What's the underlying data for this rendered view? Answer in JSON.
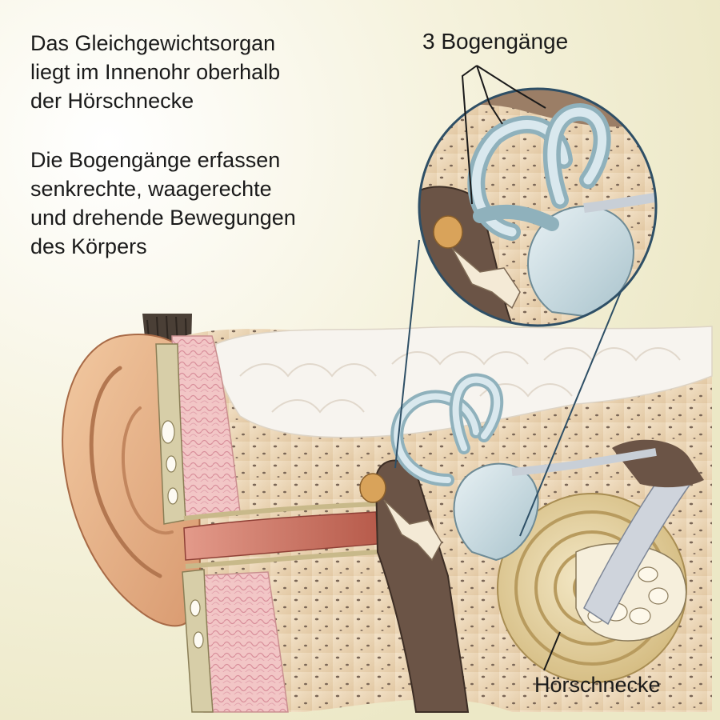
{
  "text": {
    "paragraph1": [
      "Das Gleichgewichtsorgan",
      "liegt im Innenohr oberhalb",
      "der Hörschnecke"
    ],
    "paragraph2": [
      "Die Bogengänge erfassen",
      "senkrechte, waagerechte",
      "und drehende Bewegungen",
      "des Körpers"
    ]
  },
  "labels": {
    "bogengaenge": "3 Bogengänge",
    "hoerschnecke": "Hörschnecke"
  },
  "colors": {
    "background": "#f4f1dc",
    "skin": "#e9b78d",
    "bone": "#eed9bd",
    "semicircular_canals": "#c9dde4",
    "cochlea": "#e6d3a0",
    "ear_canal": "#c86a5a",
    "eardrum_dark": "#6b5446",
    "zoom_ring": "#2e4f66"
  }
}
